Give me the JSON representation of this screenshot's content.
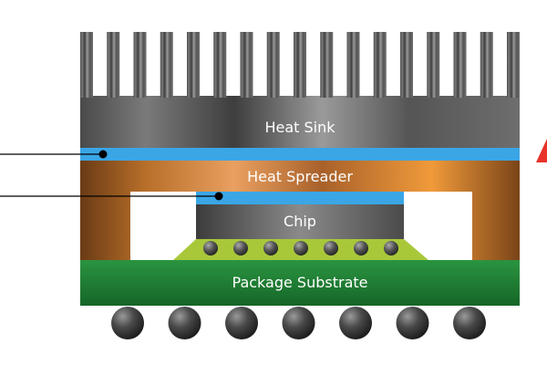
{
  "layers": {
    "heat_sink": "Heat Sink",
    "heat_spreader": "Heat Spreader",
    "chip": "Chip",
    "package_substrate": "Package Substrate"
  },
  "colors": {
    "thermal_interface": "#3aa6e6",
    "heat_spreader": "#c8783a",
    "underfill": "#a8c83a",
    "substrate": "#1e7a33",
    "callout_arrow": "#e8322a"
  }
}
